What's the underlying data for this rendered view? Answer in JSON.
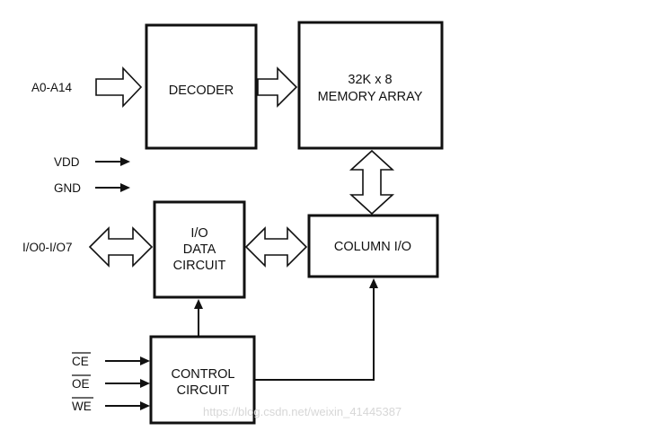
{
  "blocks": {
    "decoder": "DECODER",
    "memory_line1": "32K x 8",
    "memory_line2": "MEMORY ARRAY",
    "io_line1": "I/O",
    "io_line2": "DATA",
    "io_line3": "CIRCUIT",
    "column": "COLUMN I/O",
    "control_line1": "CONTROL",
    "control_line2": "CIRCUIT"
  },
  "pins": {
    "address": "A0-A14",
    "vdd": "VDD",
    "gnd": "GND",
    "data_io": "I/O0-I/O7",
    "ce": "CE",
    "oe": "OE",
    "we": "WE"
  },
  "watermark": "https://blog.csdn.net/weixin_41445387",
  "colors": {
    "line": "#111111",
    "fill": "#ffffff",
    "watermark": "#d7d7d7"
  }
}
